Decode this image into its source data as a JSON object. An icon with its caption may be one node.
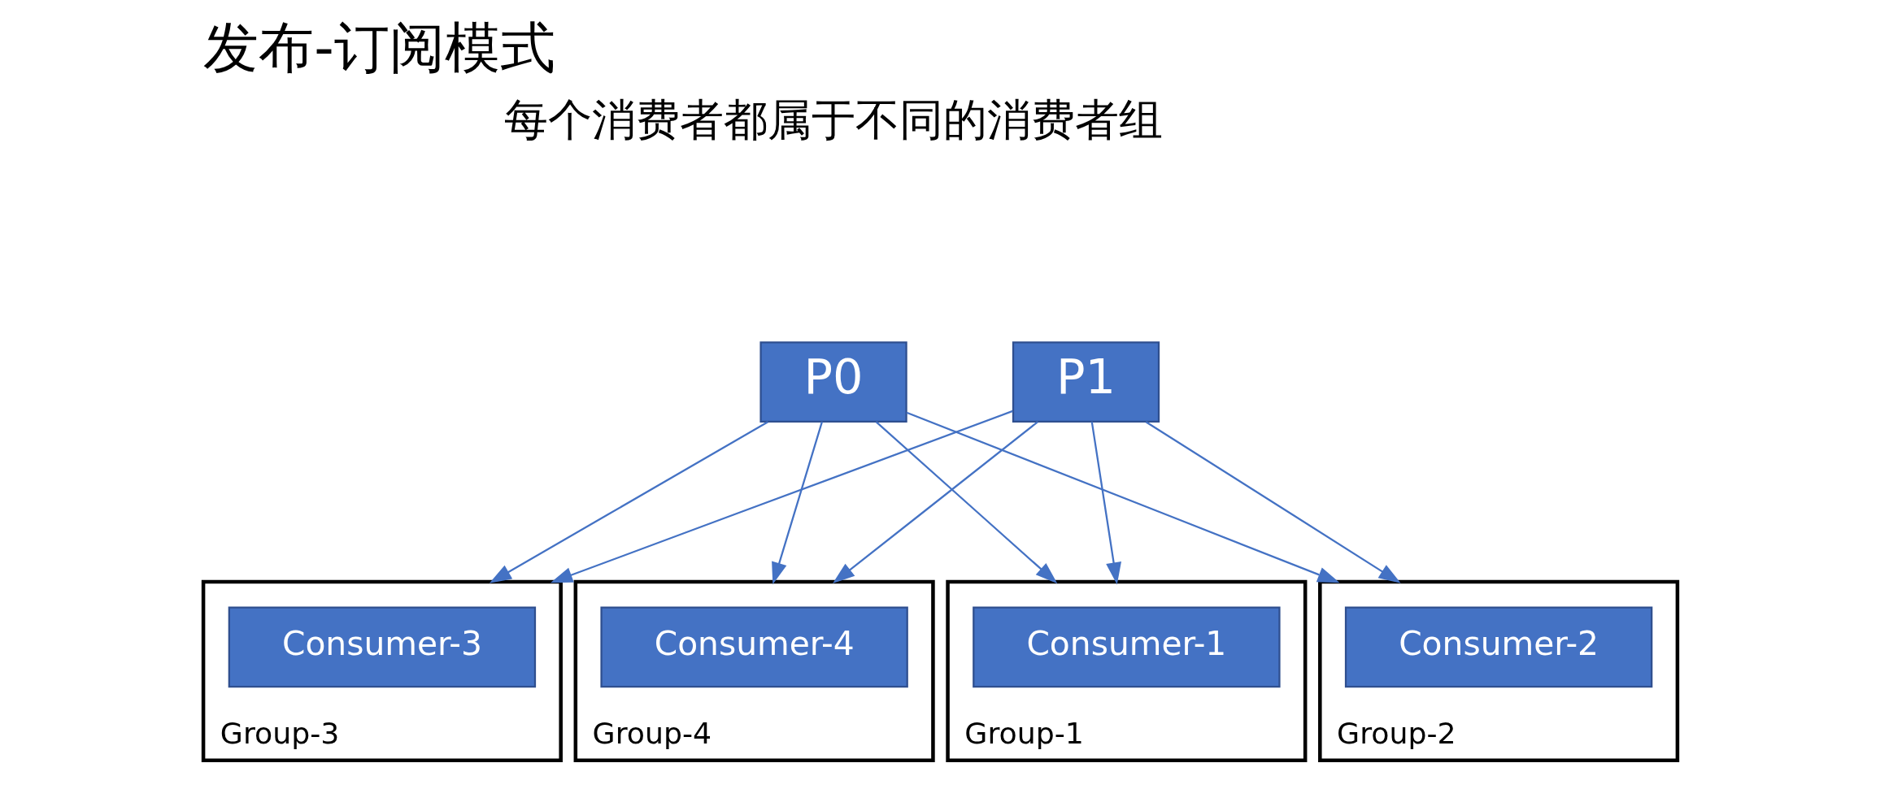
{
  "diagram": {
    "title": "发布-订阅模式",
    "nodes": [
      {
        "text": [
          "P0"
        ]
      },
      {
        "text": [
          "P1"
        ]
      },
      {
        "text": [
          "Group-1"
        ]
      },
      {
        "text": [
          "Consumer-1"
        ],
        "in": 2
      },
      {
        "text": [
          "Group-2"
        ]
      },
      {
        "text": [
          "Consumer-2"
        ],
        "in": 4
      },
      {
        "text": [
          "Group-3"
        ]
      },
      {
        "text": [
          "Consumer-3"
        ],
        "in": 6
      },
      {
        "text": [
          "Group-4"
        ]
      },
      {
        "text": [
          "Consumer-4"
        ],
        "in": 8
      }
    ],
    "edges": [
      {
        "from": 0,
        "to": 2,
        "arrow": "to"
      },
      {
        "from": 0,
        "to": 4,
        "arrow": "to"
      },
      {
        "from": 0,
        "to": 6,
        "arrow": "to"
      },
      {
        "from": 0,
        "to": 8,
        "arrow": "to"
      },
      {
        "from": 1,
        "to": 2,
        "arrow": "to"
      },
      {
        "from": 1,
        "to": 4,
        "arrow": "to"
      },
      {
        "from": 1,
        "to": 6,
        "arrow": "to"
      },
      {
        "from": 1,
        "to": 8,
        "arrow": "to"
      }
    ],
    "labels": [
      "每个消费者都属于不同的消费者组"
    ]
  }
}
